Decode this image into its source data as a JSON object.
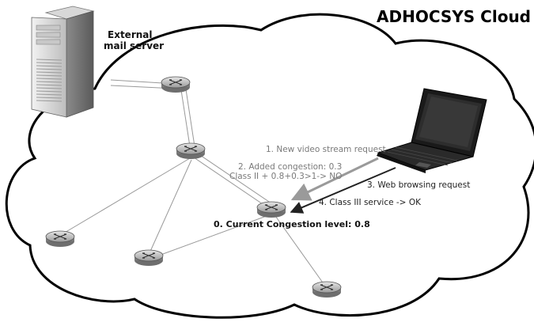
{
  "title": "ADHOCSYS Cloud",
  "server_label": [
    "External",
    "mail server"
  ],
  "steps": {
    "step1": "1. New video stream request",
    "step2_line1": "2. Added congestion: 0.3",
    "step2_line2": "Class II + 0.8+0.3>1-> NO",
    "step3": "3. Web browsing request",
    "step4": "4. Class III service -> OK",
    "step0": "0. Current Congestion level: 0.8"
  },
  "icons": {
    "server": "server-tower-icon",
    "laptop": "laptop-icon",
    "router": "router-icon"
  },
  "colors": {
    "cloud_stroke": "#000000",
    "rejected_arrow": "#9a9a9a",
    "accepted_arrow": "#222222"
  }
}
